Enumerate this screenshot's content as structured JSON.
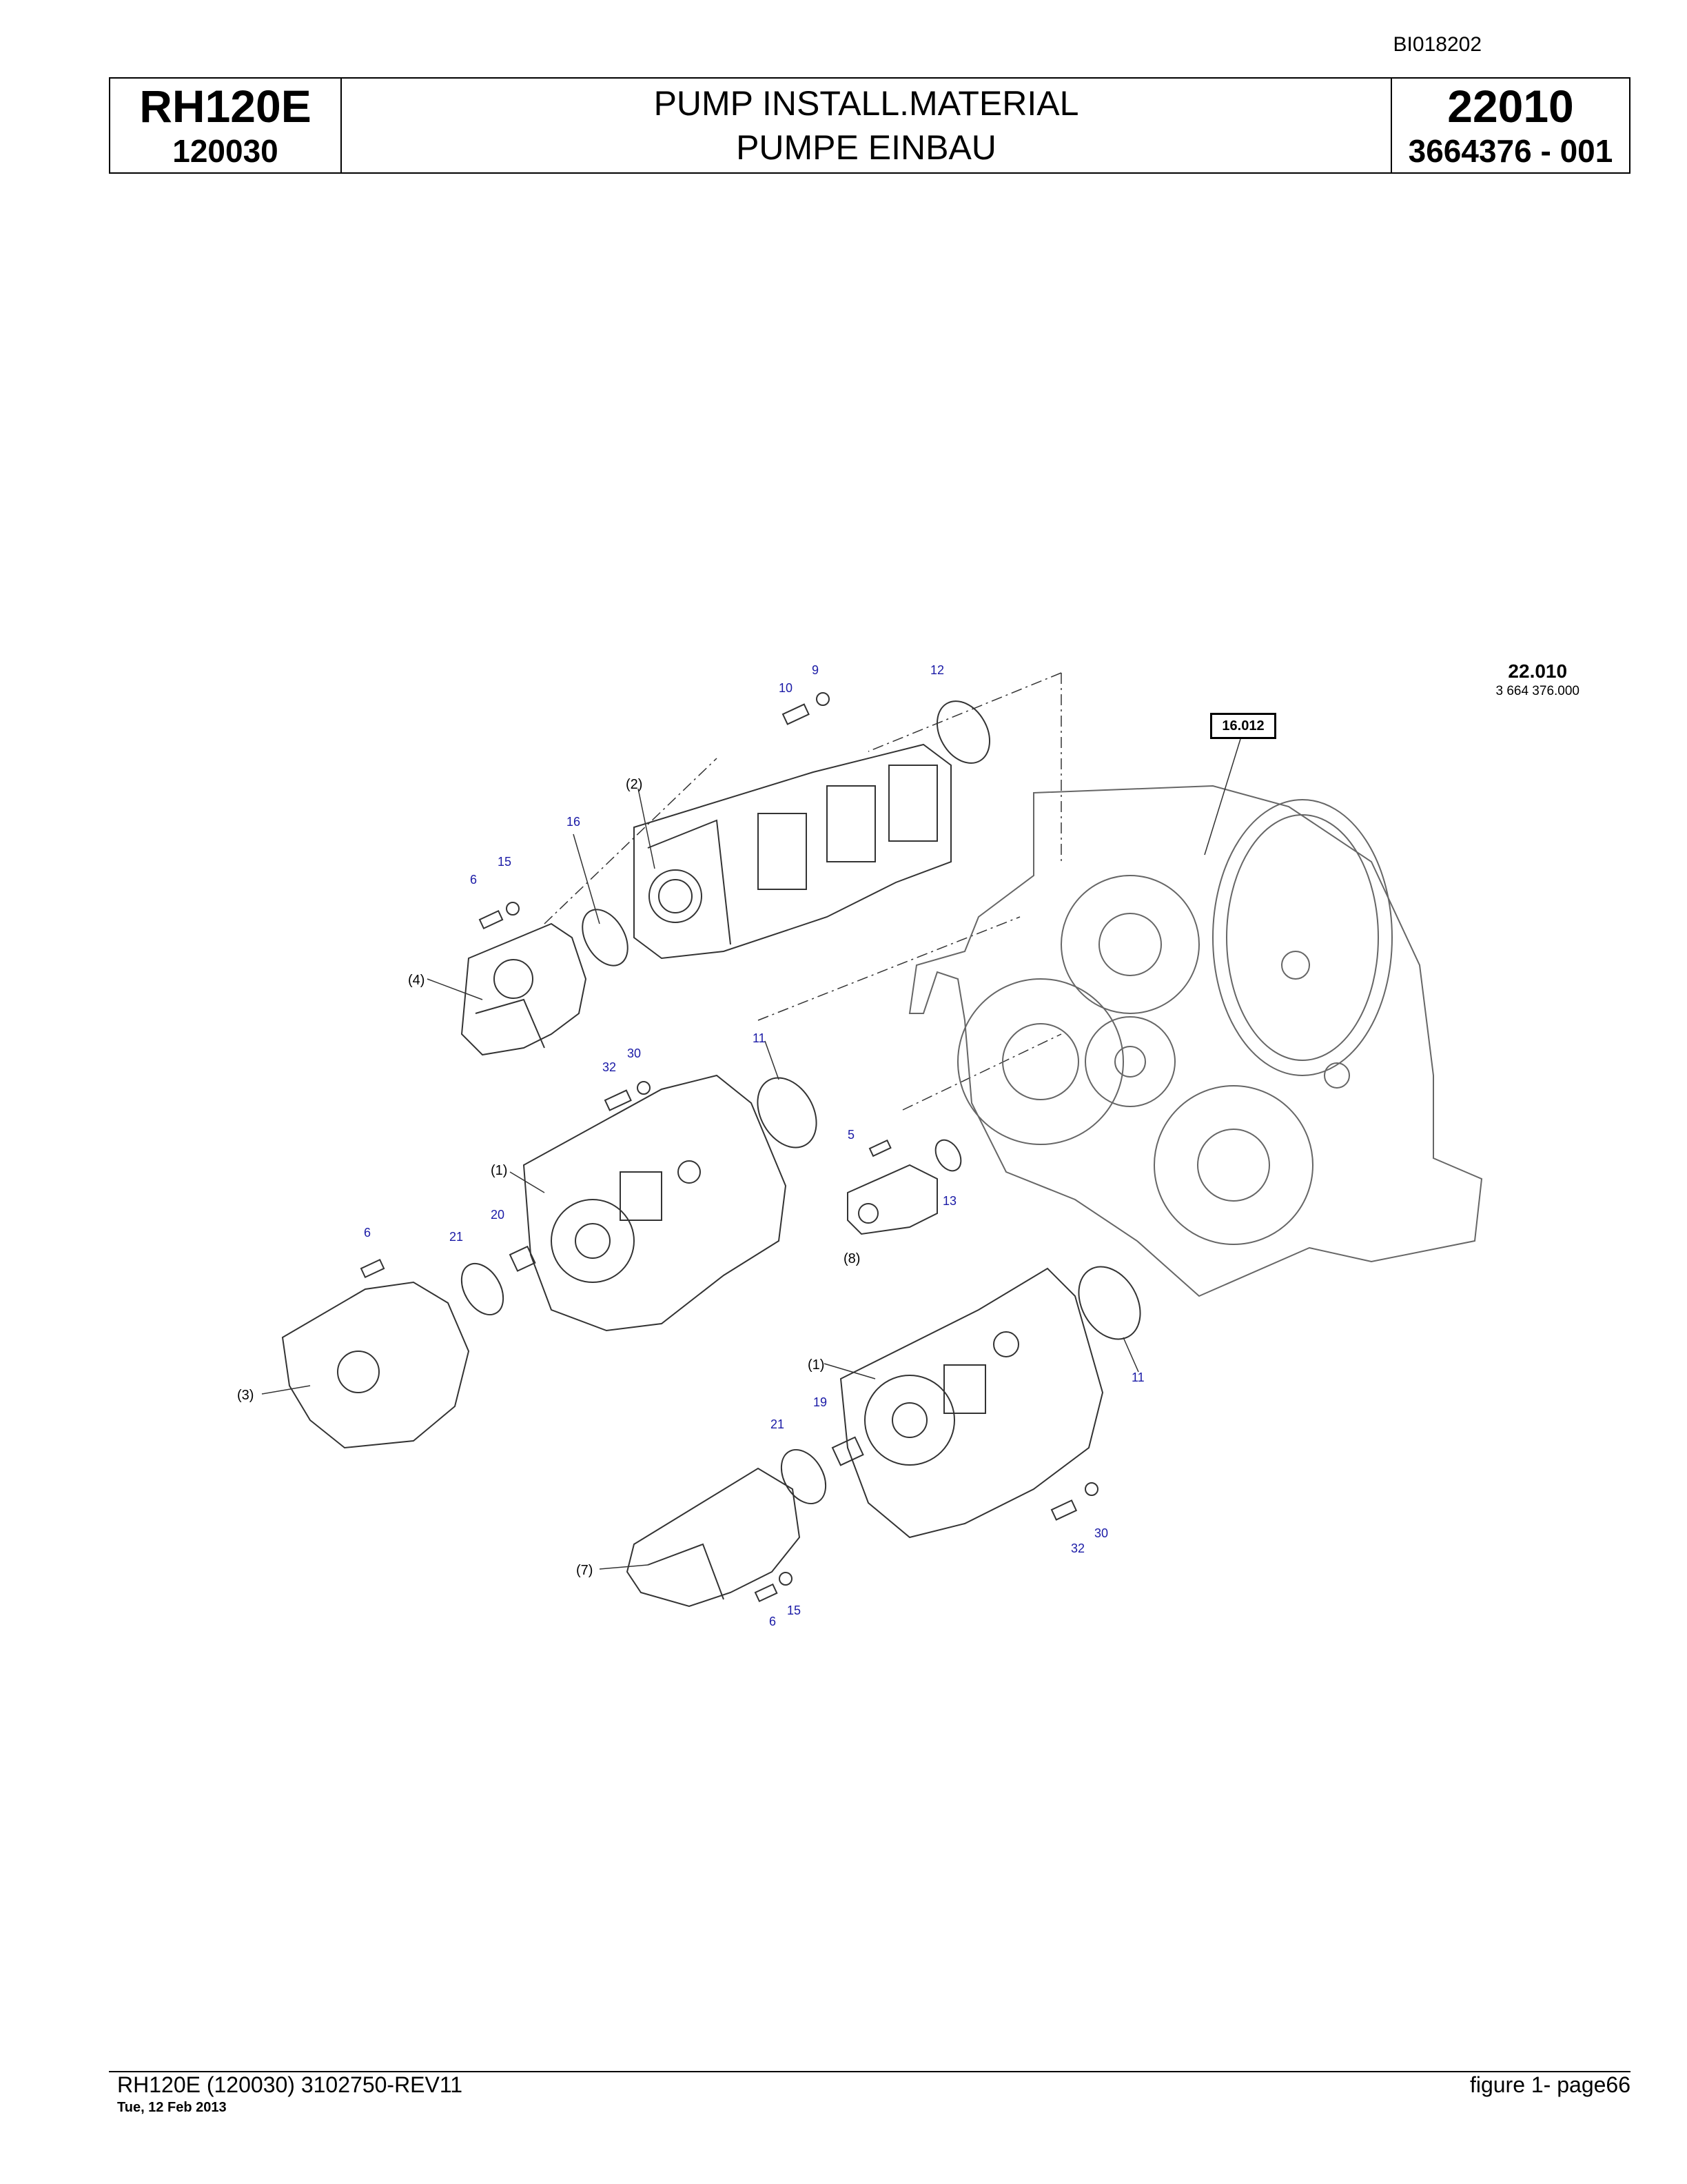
{
  "doc_code": "BI018202",
  "header": {
    "model": "RH120E",
    "serial": "120030",
    "title_en": "PUMP INSTALL.MATERIAL",
    "title_de": "PUMPE EINBAU",
    "group": "22010",
    "part_no": "3664376  - 001"
  },
  "reference": {
    "group": "22.010",
    "part": "3 664 376.000",
    "box": "16.012"
  },
  "callouts": [
    "9",
    "10",
    "12",
    "(2)",
    "16",
    "15",
    "6",
    "(4)",
    "11",
    "30",
    "32",
    "5",
    "(1)",
    "13",
    "20",
    "(8)",
    "6",
    "21",
    "(3)",
    "11",
    "(1)",
    "19",
    "21",
    "30",
    "32",
    "(7)",
    "15",
    "6"
  ],
  "footer": {
    "left": "RH120E (120030) 3102750-REV11",
    "date": "Tue, 12 Feb 2013",
    "right": "figure  1- page66"
  }
}
